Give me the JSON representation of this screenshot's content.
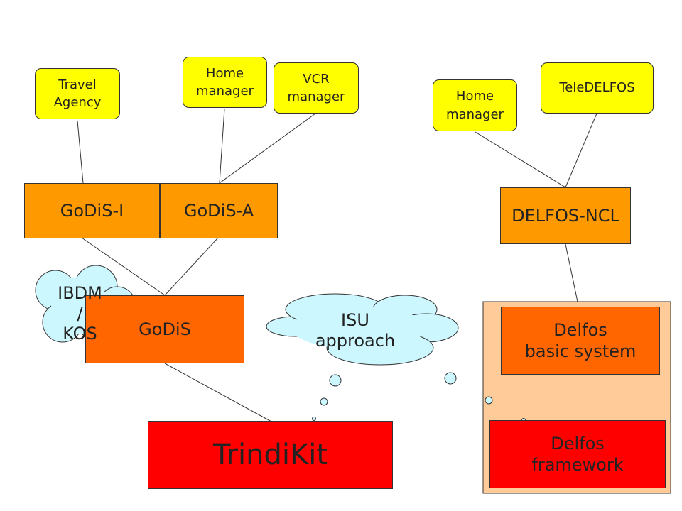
{
  "nodes": {
    "travel_agency": "Travel\nAgency",
    "home_manager_left": "Home\nmanager",
    "vcr_manager": "VCR\nmanager",
    "home_manager_right": "Home\nmanager",
    "teledelfos": "TeleDELFOS",
    "godis_i": "GoDiS-I",
    "godis_a": "GoDiS-A",
    "delfos_ncl": "DELFOS-NCL",
    "godis": "GoDiS",
    "ibdm_kos": "IBDM\n/\nKOS",
    "isu_approach": "ISU\napproach",
    "delfos_basic": "Delfos\nbasic system",
    "trindikit": "TrindiKit",
    "delfos_framework": "Delfos\nframework"
  },
  "colors": {
    "yellow": "#ffff00",
    "orange": "#ff9900",
    "dark_orange": "#ff6600",
    "red": "#ff0000",
    "peach": "#ffcc99",
    "cloud": "#cdf7ff"
  }
}
